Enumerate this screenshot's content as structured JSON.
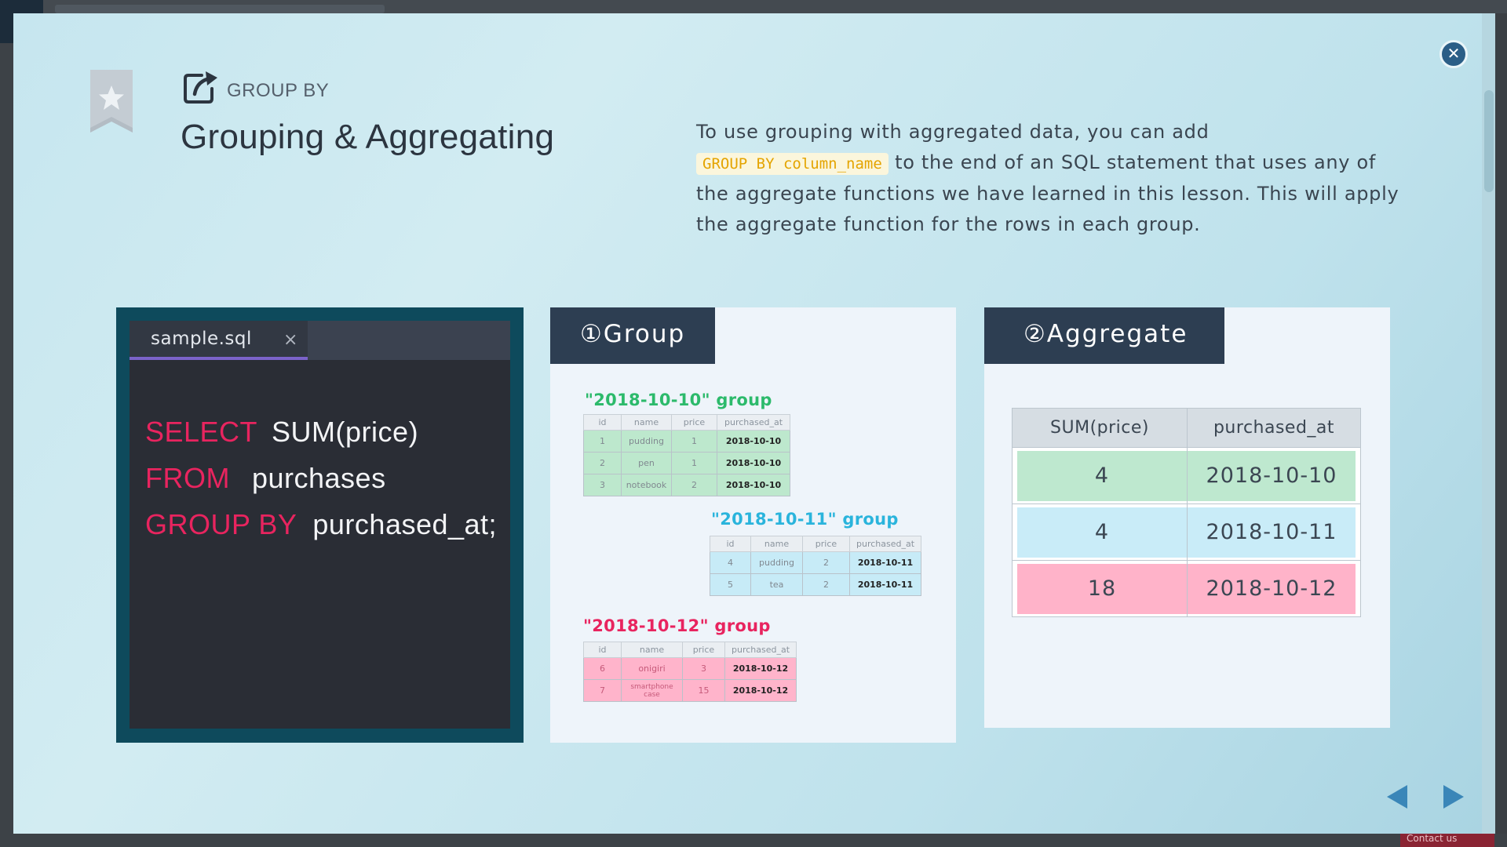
{
  "lesson": {
    "tag": "GROUP BY",
    "title": "Grouping & Aggregating"
  },
  "description": {
    "before": "To use grouping with aggregated data, you can add",
    "code": "GROUP BY column_name",
    "after": " to the end of an SQL statement that uses any of the aggregate functions we have learned in this lesson. This will apply the aggregate function for the rows in each group."
  },
  "editor": {
    "tab_name": "sample.sql",
    "tab_close": "×",
    "lines": [
      {
        "kw": "SELECT",
        "rest": "SUM(price)"
      },
      {
        "kw": "FROM",
        "rest": "purchases"
      },
      {
        "kw": "GROUP BY",
        "rest": "purchased_at;"
      }
    ]
  },
  "group_panel": {
    "title": "①Group",
    "columns": [
      "id",
      "name",
      "price",
      "purchased_at"
    ],
    "groups": [
      {
        "label": "\"2018-10-10\" group",
        "color": "#2cba6b",
        "rows": [
          {
            "id": "1",
            "name": "pudding",
            "price": "1",
            "purchased_at": "2018-10-10"
          },
          {
            "id": "2",
            "name": "pen",
            "price": "1",
            "purchased_at": "2018-10-10"
          },
          {
            "id": "3",
            "name": "notebook",
            "price": "2",
            "purchased_at": "2018-10-10"
          }
        ]
      },
      {
        "label": "\"2018-10-11\" group",
        "color": "#2ab4dc",
        "rows": [
          {
            "id": "4",
            "name": "pudding",
            "price": "2",
            "purchased_at": "2018-10-11"
          },
          {
            "id": "5",
            "name": "tea",
            "price": "2",
            "purchased_at": "2018-10-11"
          }
        ]
      },
      {
        "label": "\"2018-10-12\" group",
        "color": "#e8245f",
        "rows": [
          {
            "id": "6",
            "name": "onigiri",
            "price": "3",
            "purchased_at": "2018-10-12"
          },
          {
            "id": "7",
            "name": "smartphone case",
            "price": "15",
            "purchased_at": "2018-10-12"
          }
        ]
      }
    ]
  },
  "aggregate_panel": {
    "title": "②Aggregate",
    "columns": [
      "SUM(price)",
      "purchased_at"
    ],
    "rows": [
      {
        "sum": "4",
        "purchased_at": "2018-10-10"
      },
      {
        "sum": "4",
        "purchased_at": "2018-10-11"
      },
      {
        "sum": "18",
        "purchased_at": "2018-10-12"
      }
    ]
  },
  "background": {
    "contact_label": "Contact us"
  },
  "icons": {
    "close": "close-icon",
    "bookmark": "bookmark-star-icon",
    "external": "external-link-icon",
    "prev": "prev-arrow-icon",
    "next": "next-arrow-icon"
  },
  "colors": {
    "keyword": "#e8245f",
    "panel_header": "#2d3e52",
    "inline_code": "#e4a400",
    "nav_arrow": "#3a86b8"
  }
}
